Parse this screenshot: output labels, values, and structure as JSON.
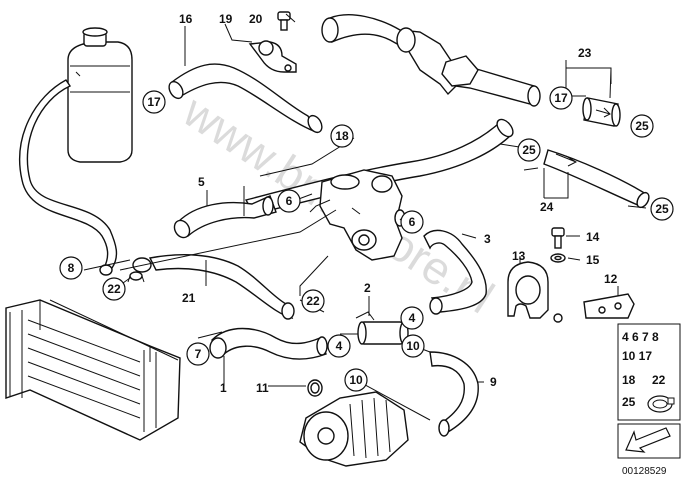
{
  "watermark": "www.bmwstore.pl",
  "figure_id": "00128529",
  "part_numbers": [
    {
      "id": "p16",
      "label": "16"
    },
    {
      "id": "p19",
      "label": "19"
    },
    {
      "id": "p20",
      "label": "20"
    },
    {
      "id": "p23",
      "label": "23"
    },
    {
      "id": "p5",
      "label": "5"
    },
    {
      "id": "p24",
      "label": "24"
    },
    {
      "id": "p3",
      "label": "3"
    },
    {
      "id": "p14",
      "label": "14"
    },
    {
      "id": "p15",
      "label": "15"
    },
    {
      "id": "p13",
      "label": "13"
    },
    {
      "id": "p12",
      "label": "12"
    },
    {
      "id": "p2",
      "label": "2"
    },
    {
      "id": "p21",
      "label": "21"
    },
    {
      "id": "p1",
      "label": "1"
    },
    {
      "id": "p11",
      "label": "11"
    },
    {
      "id": "p9",
      "label": "9"
    }
  ],
  "callouts": [
    {
      "id": "c17a",
      "label": "17"
    },
    {
      "id": "c18",
      "label": "18"
    },
    {
      "id": "c17b",
      "label": "17"
    },
    {
      "id": "c25a",
      "label": "25"
    },
    {
      "id": "c25b",
      "label": "25"
    },
    {
      "id": "c25c",
      "label": "25"
    },
    {
      "id": "c6a",
      "label": "6"
    },
    {
      "id": "c6b",
      "label": "6"
    },
    {
      "id": "c8",
      "label": "8"
    },
    {
      "id": "c22a",
      "label": "22"
    },
    {
      "id": "c22b",
      "label": "22"
    },
    {
      "id": "c4a",
      "label": "4"
    },
    {
      "id": "c4b",
      "label": "4"
    },
    {
      "id": "c10a",
      "label": "10"
    },
    {
      "id": "c10b",
      "label": "10"
    },
    {
      "id": "c7",
      "label": "7"
    }
  ],
  "legend": {
    "row1": "4 6 7 8",
    "row2": "10 17",
    "row3": "18",
    "row3b": "22",
    "row4": "25"
  }
}
